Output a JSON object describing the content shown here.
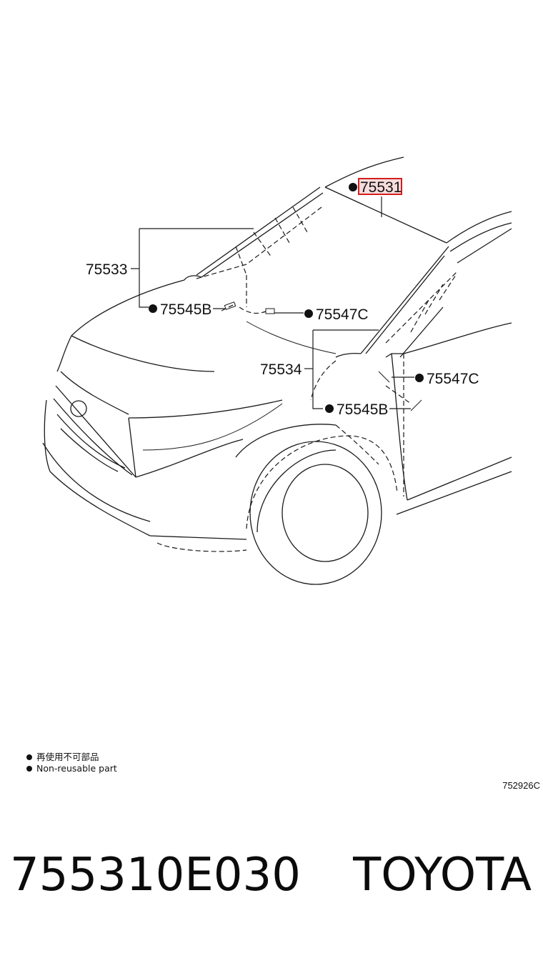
{
  "diagram": {
    "callouts": {
      "windshield_top_moulding": "75531",
      "left_pillar_moulding": "75533",
      "right_pillar_moulding": "75534",
      "clip_b_left": "75545B",
      "clip_c_left": "75547C",
      "clip_c_right": "75547C",
      "clip_b_right": "75545B"
    },
    "highlighted_part": "75531",
    "highlight_color": "#d21f1f"
  },
  "legend": {
    "items": [
      {
        "label": "再使用不可部品",
        "icon": "filled-dot-icon"
      },
      {
        "label": "Non-reusable part",
        "icon": "filled-dot-icon"
      }
    ]
  },
  "illustration_code": "752926C",
  "footer": {
    "part_number": "755310E030",
    "brand": "TOYOTA"
  }
}
